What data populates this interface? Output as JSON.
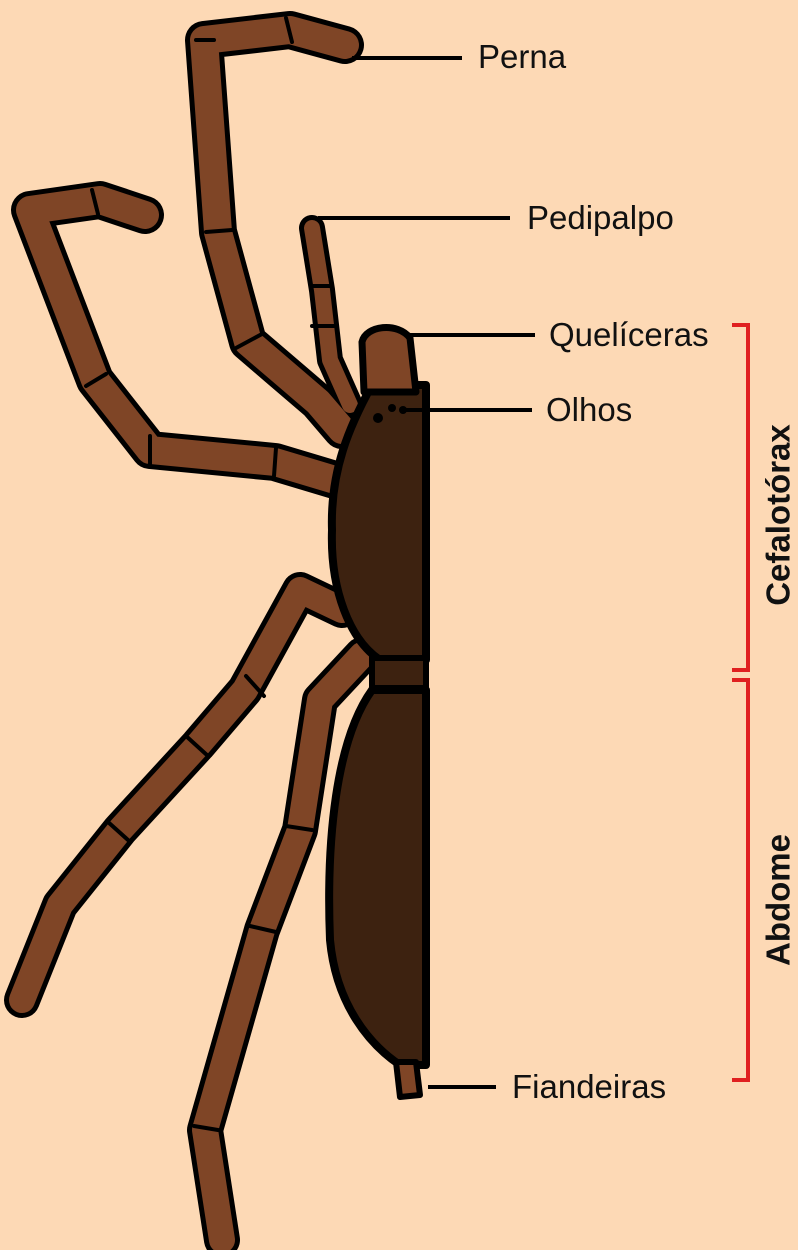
{
  "labels": {
    "perna": "Perna",
    "pedipalpo": "Pedipalpo",
    "queliceras": "Quelíceras",
    "olhos": "Olhos",
    "fiandeiras": "Fiandeiras"
  },
  "regions": {
    "cefalotorax": "Cefalotórax",
    "abdome": "Abdome"
  },
  "colors": {
    "background": "#fdd9b5",
    "leg": "#7f4526",
    "body": "#3d2210",
    "outline": "#000000",
    "bracket": "#e02020"
  }
}
